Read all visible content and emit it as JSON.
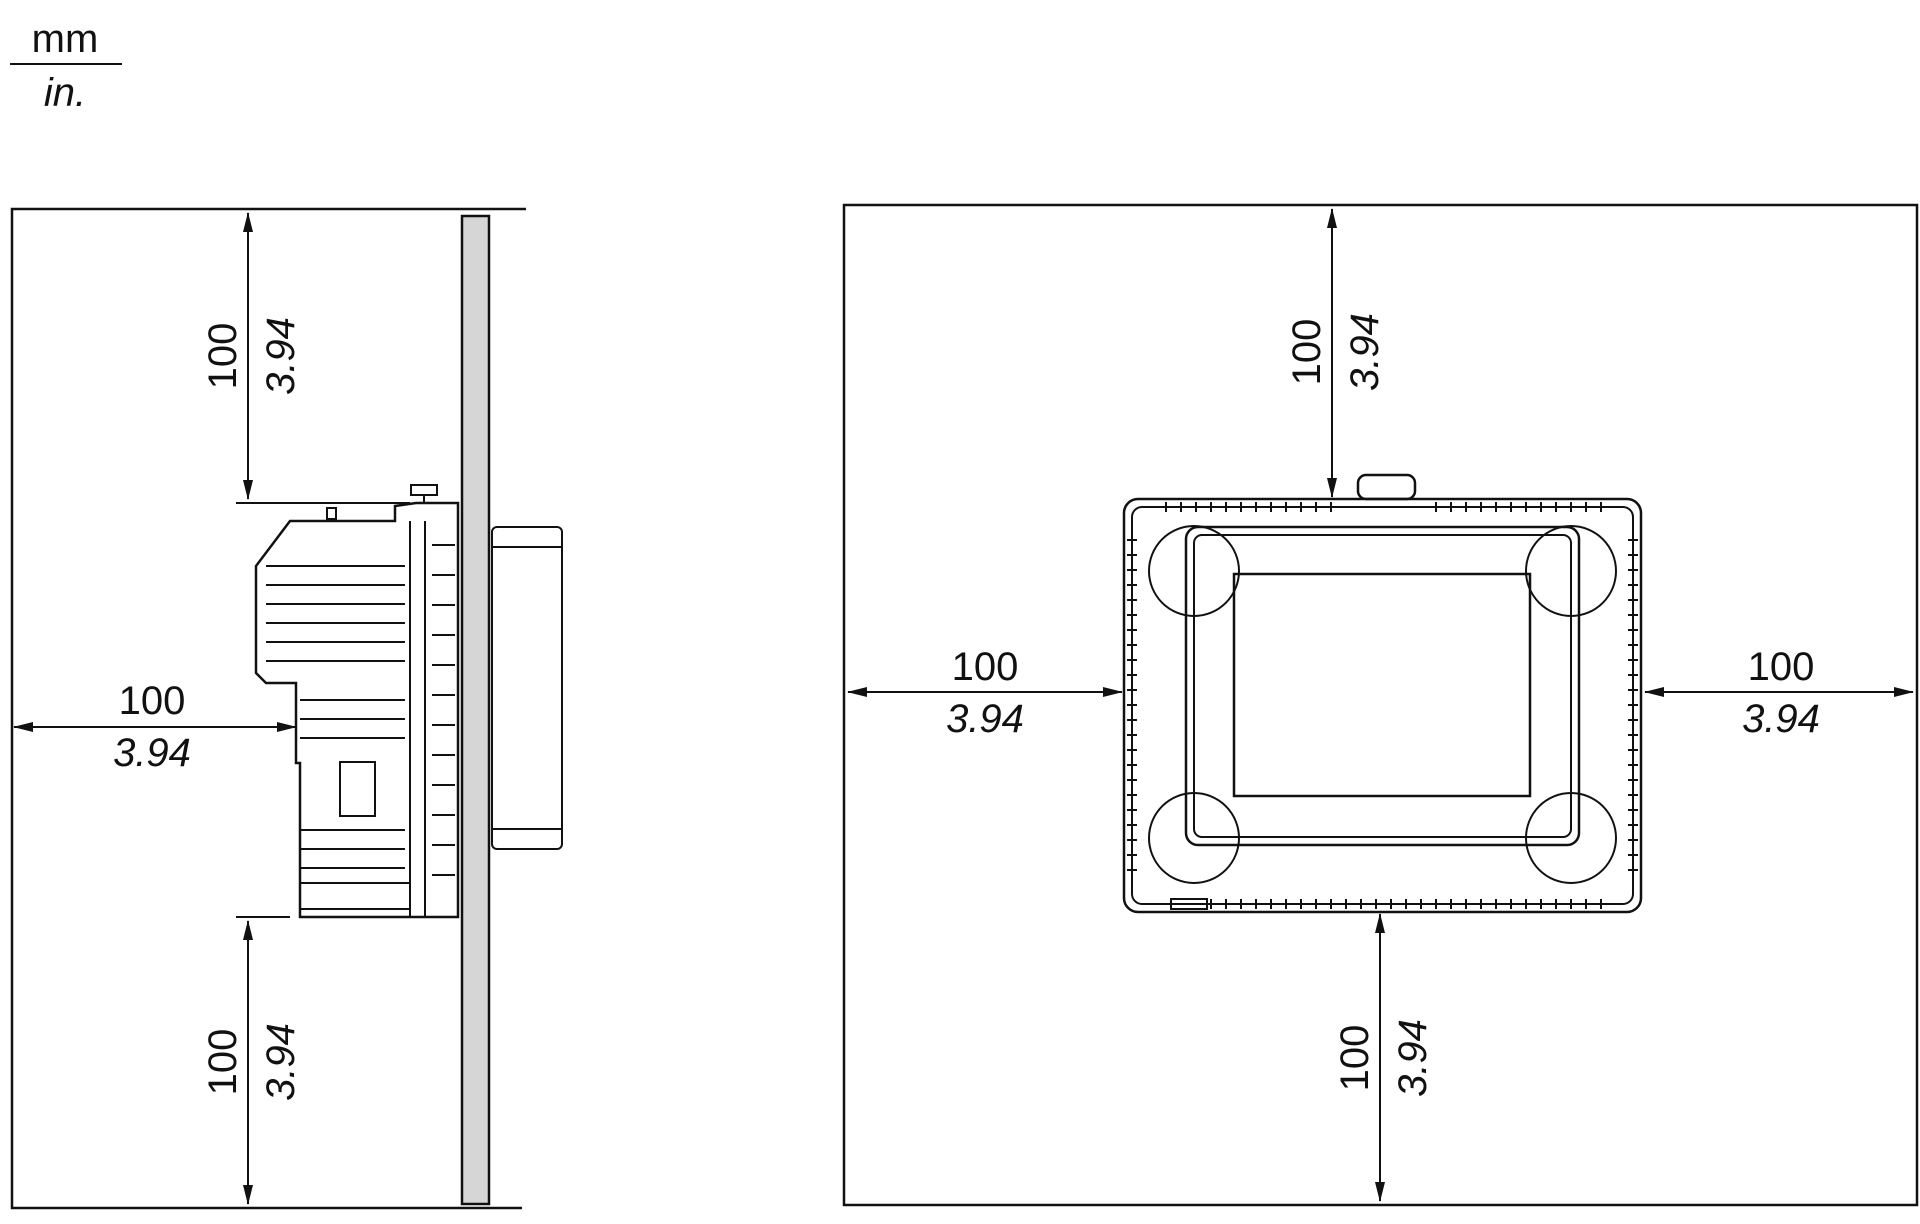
{
  "units": {
    "primary": "mm",
    "secondary": "in."
  },
  "clearances": {
    "side_top": {
      "mm": "100",
      "in": "3.94"
    },
    "side_left": {
      "mm": "100",
      "in": "3.94"
    },
    "side_bottom": {
      "mm": "100",
      "in": "3.94"
    },
    "front_top": {
      "mm": "100",
      "in": "3.94"
    },
    "front_left": {
      "mm": "100",
      "in": "3.94"
    },
    "front_right": {
      "mm": "100",
      "in": "3.94"
    },
    "front_bottom": {
      "mm": "100",
      "in": "3.94"
    }
  }
}
